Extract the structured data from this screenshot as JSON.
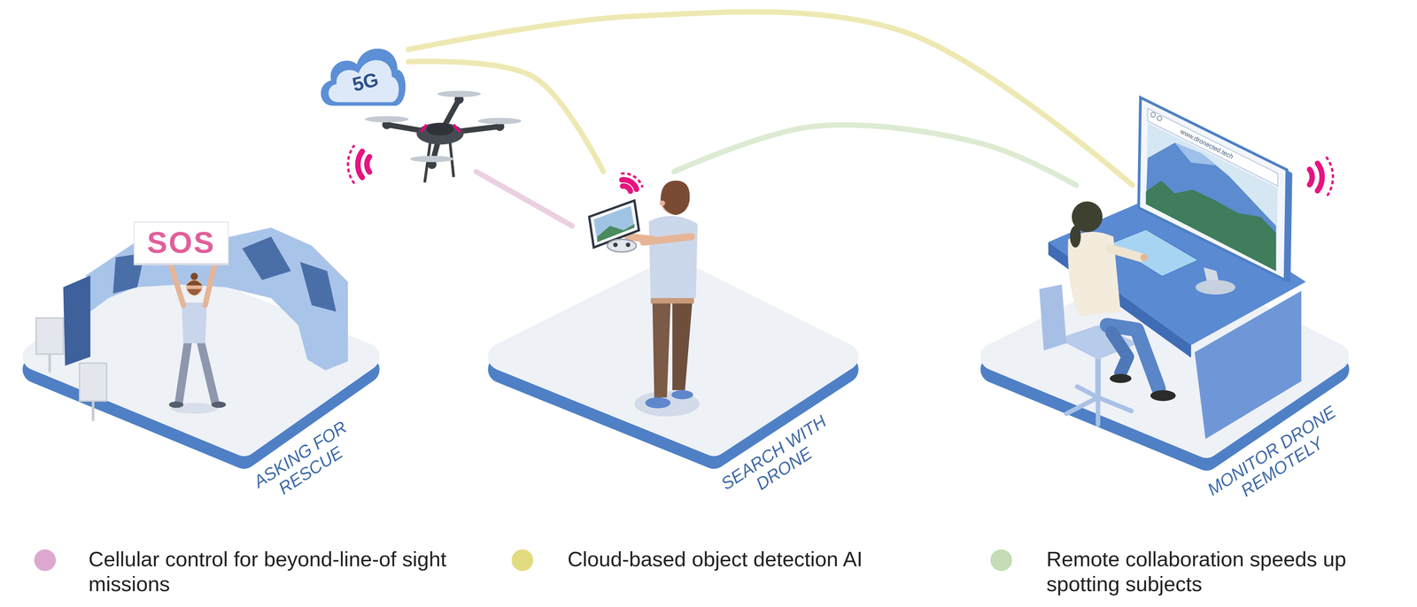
{
  "diagram": {
    "nodes": [
      {
        "text": [
          "5G"
        ]
      },
      {
        "text": [
          "ASKING FOR RESCUE"
        ]
      },
      {
        "text": [
          "SOS"
        ],
        "in": 1
      },
      {
        "text": [
          "SEARCH WITH DRONE"
        ]
      },
      {
        "text": [
          "MONITOR DRONE REMOTELY"
        ]
      }
    ],
    "edges": [
      {
        "from": 0,
        "to": 3,
        "arrow": "none"
      },
      {
        "from": 0,
        "to": 4,
        "arrow": "none"
      },
      {
        "from": 3,
        "to": 4,
        "arrow": "none"
      }
    ],
    "labels": [
      "www.dronected.tech"
    ],
    "legend": [
      {
        "text": "Cellular control for beyond-line-of sight missions",
        "color": "#dca8cf"
      },
      {
        "text": "Cloud-based object detection AI",
        "color": "#e2db80"
      },
      {
        "text": "Remote collaboration speeds up spotting subjects",
        "color": "#c4ddb4"
      }
    ]
  }
}
